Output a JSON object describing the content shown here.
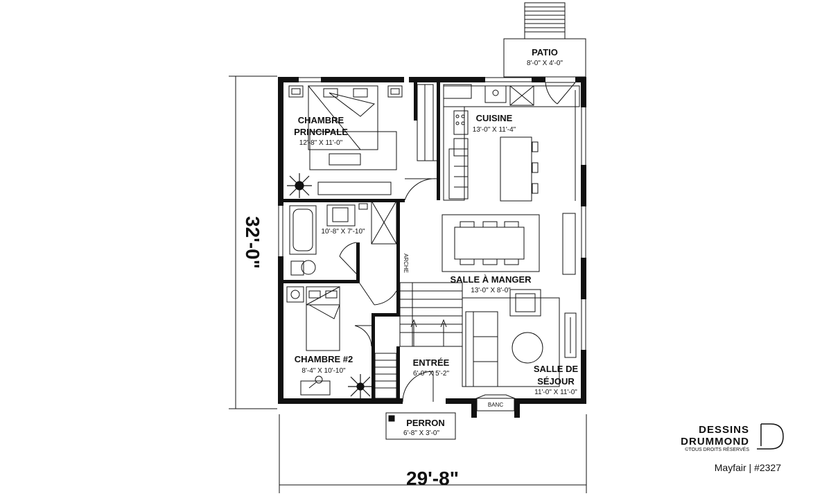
{
  "plan": {
    "overall_depth": "32'-0\"",
    "overall_width": "29'-8\"",
    "rooms": {
      "patio": {
        "name": "PATIO",
        "dims": "8'-0\" X 4'-0\""
      },
      "master_bedroom": {
        "name_line1": "CHAMBRE",
        "name_line2": "PRINCIPALE",
        "dims": "12'-8\" X 11'-0\""
      },
      "kitchen": {
        "name": "CUISINE",
        "dims": "13'-0\" X 11'-4\""
      },
      "bathroom": {
        "dims": "10'-8\" X 7'-10\""
      },
      "dining": {
        "name": "SALLE À MANGER",
        "dims": "13'-0\" X 8'-0\""
      },
      "bedroom2": {
        "name": "CHAMBRE #2",
        "dims": "8'-4\" X 10'-10\""
      },
      "entry": {
        "name": "ENTRÉE",
        "dims": "6'-0\" X 5'-2\""
      },
      "living": {
        "name_line1": "SALLE DE",
        "name_line2": "SÉJOUR",
        "dims": "11'-0\" X 11'-0\""
      },
      "porch": {
        "name": "PERRON",
        "dims": "6'-8\" X 3'-0\""
      }
    },
    "labels": {
      "arch": "ARCHE",
      "bench": "BANC"
    }
  },
  "brand": {
    "line1": "DESSINS",
    "line2": "DRUMMOND",
    "rights": "©TOUS DROITS RÉSERVÉS",
    "model": "Mayfair | #2327"
  }
}
